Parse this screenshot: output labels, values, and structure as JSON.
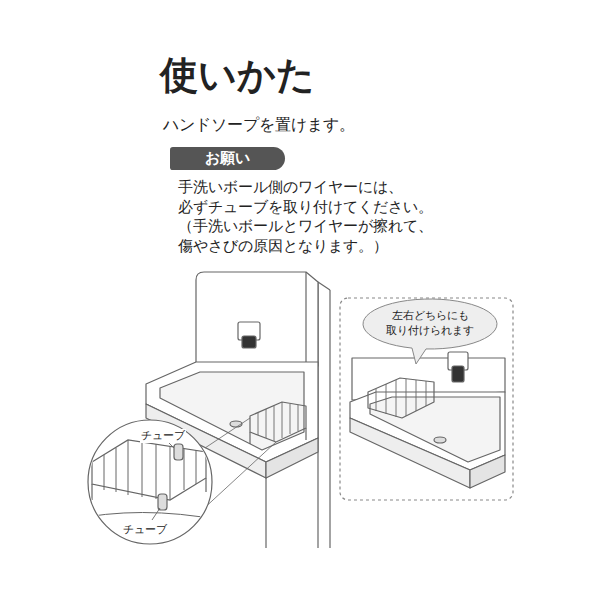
{
  "diagram": {
    "title": "使いかた",
    "nodes": [
      {
        "text": [
          "お願い"
        ]
      },
      {
        "text": [
          "左右どちらにも 取り付けられます"
        ]
      }
    ],
    "labels": [
      "ハンドソープを置けます。",
      "手洗いボール側のワイヤーには、 必ずチューブを取り付けてください。",
      "（手洗いボールとワイヤーが擦れて、 傷やさびの原因となります。）",
      "チューブ",
      "チューブ"
    ]
  }
}
